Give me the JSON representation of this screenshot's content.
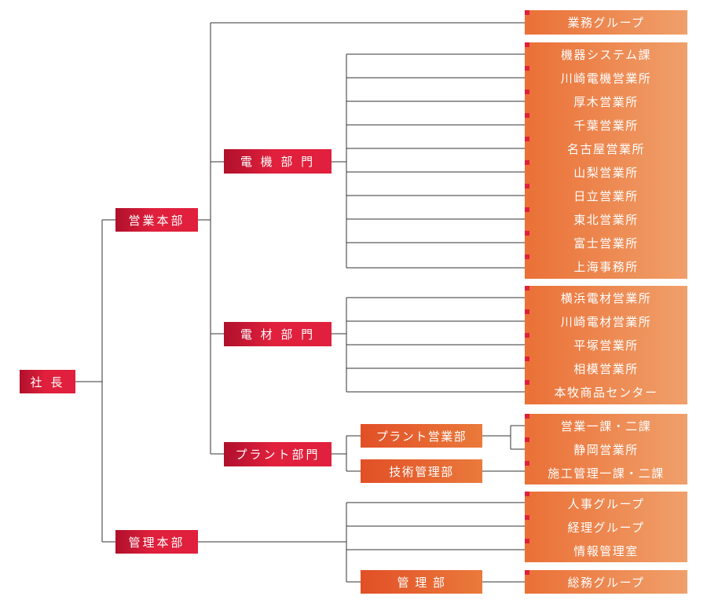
{
  "root": {
    "label": "社 長"
  },
  "divisions": [
    {
      "key": "sales",
      "label": "営業本部"
    },
    {
      "key": "admin",
      "label": "管理本部"
    }
  ],
  "departments": [
    {
      "key": "denki",
      "label": "電 機 部 門"
    },
    {
      "key": "denzai",
      "label": "電 材 部 門"
    },
    {
      "key": "plant",
      "label": "プラント部門"
    }
  ],
  "sub_departments": [
    {
      "key": "plant_sales",
      "label": "プラント営業部"
    },
    {
      "key": "tech_mgmt",
      "label": "技術管理部"
    },
    {
      "key": "kanri",
      "label": "管 理 部"
    }
  ],
  "units": {
    "business_group": "業務グループ",
    "denki": [
      "機器システム課",
      "川崎電機営業所",
      "厚木営業所",
      "千葉営業所",
      "名古屋営業所",
      "山梨営業所",
      "日立営業所",
      "東北営業所",
      "富士営業所",
      "上海事務所"
    ],
    "denzai": [
      "横浜電材営業所",
      "川崎電材営業所",
      "平塚営業所",
      "相模営業所",
      "本牧商品センター"
    ],
    "plant_sales": [
      "営業一課・二課",
      "静岡営業所"
    ],
    "tech_mgmt": [
      "施工管理一課・二課"
    ],
    "admin": [
      "人事グループ",
      "経理グループ",
      "情報管理室"
    ],
    "kanri": [
      "総務グループ"
    ]
  },
  "colors": {
    "line": "#333333",
    "red": "#e0203c",
    "orange": "#e24f27",
    "leaf": "#f0a06b"
  }
}
